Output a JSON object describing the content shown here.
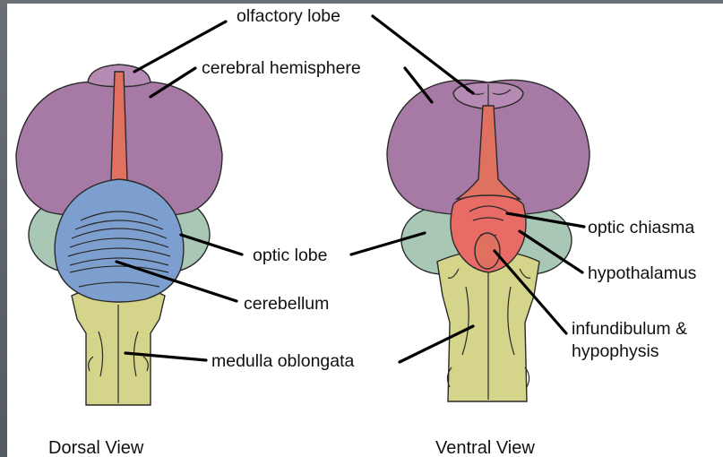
{
  "labels": {
    "olfactory_lobe": "olfactory lobe",
    "cerebral_hemisphere": "cerebral hemisphere",
    "optic_lobe": "optic lobe",
    "cerebellum": "cerebellum",
    "medulla_oblongata": "medulla oblongata",
    "optic_chiasma": "optic chiasma",
    "hypothalamus": "hypothalamus",
    "infundibulum_line1": "infundibulum &",
    "infundibulum_line2": "hypophysis"
  },
  "captions": {
    "dorsal": "Dorsal View",
    "ventral": "Ventral View"
  },
  "colors": {
    "background_frame": "#5d6168",
    "panel": "#ffffff",
    "cerebral_hemisphere": "#a77aa6",
    "olfactory_lobe": "#b58bb3",
    "optic_lobe": "#a8c7b5",
    "cerebellum": "#7d9fcf",
    "medulla_oblongata": "#d4d48a",
    "midline_red": "#e0705f",
    "hypothalamus": "#e96b66"
  }
}
